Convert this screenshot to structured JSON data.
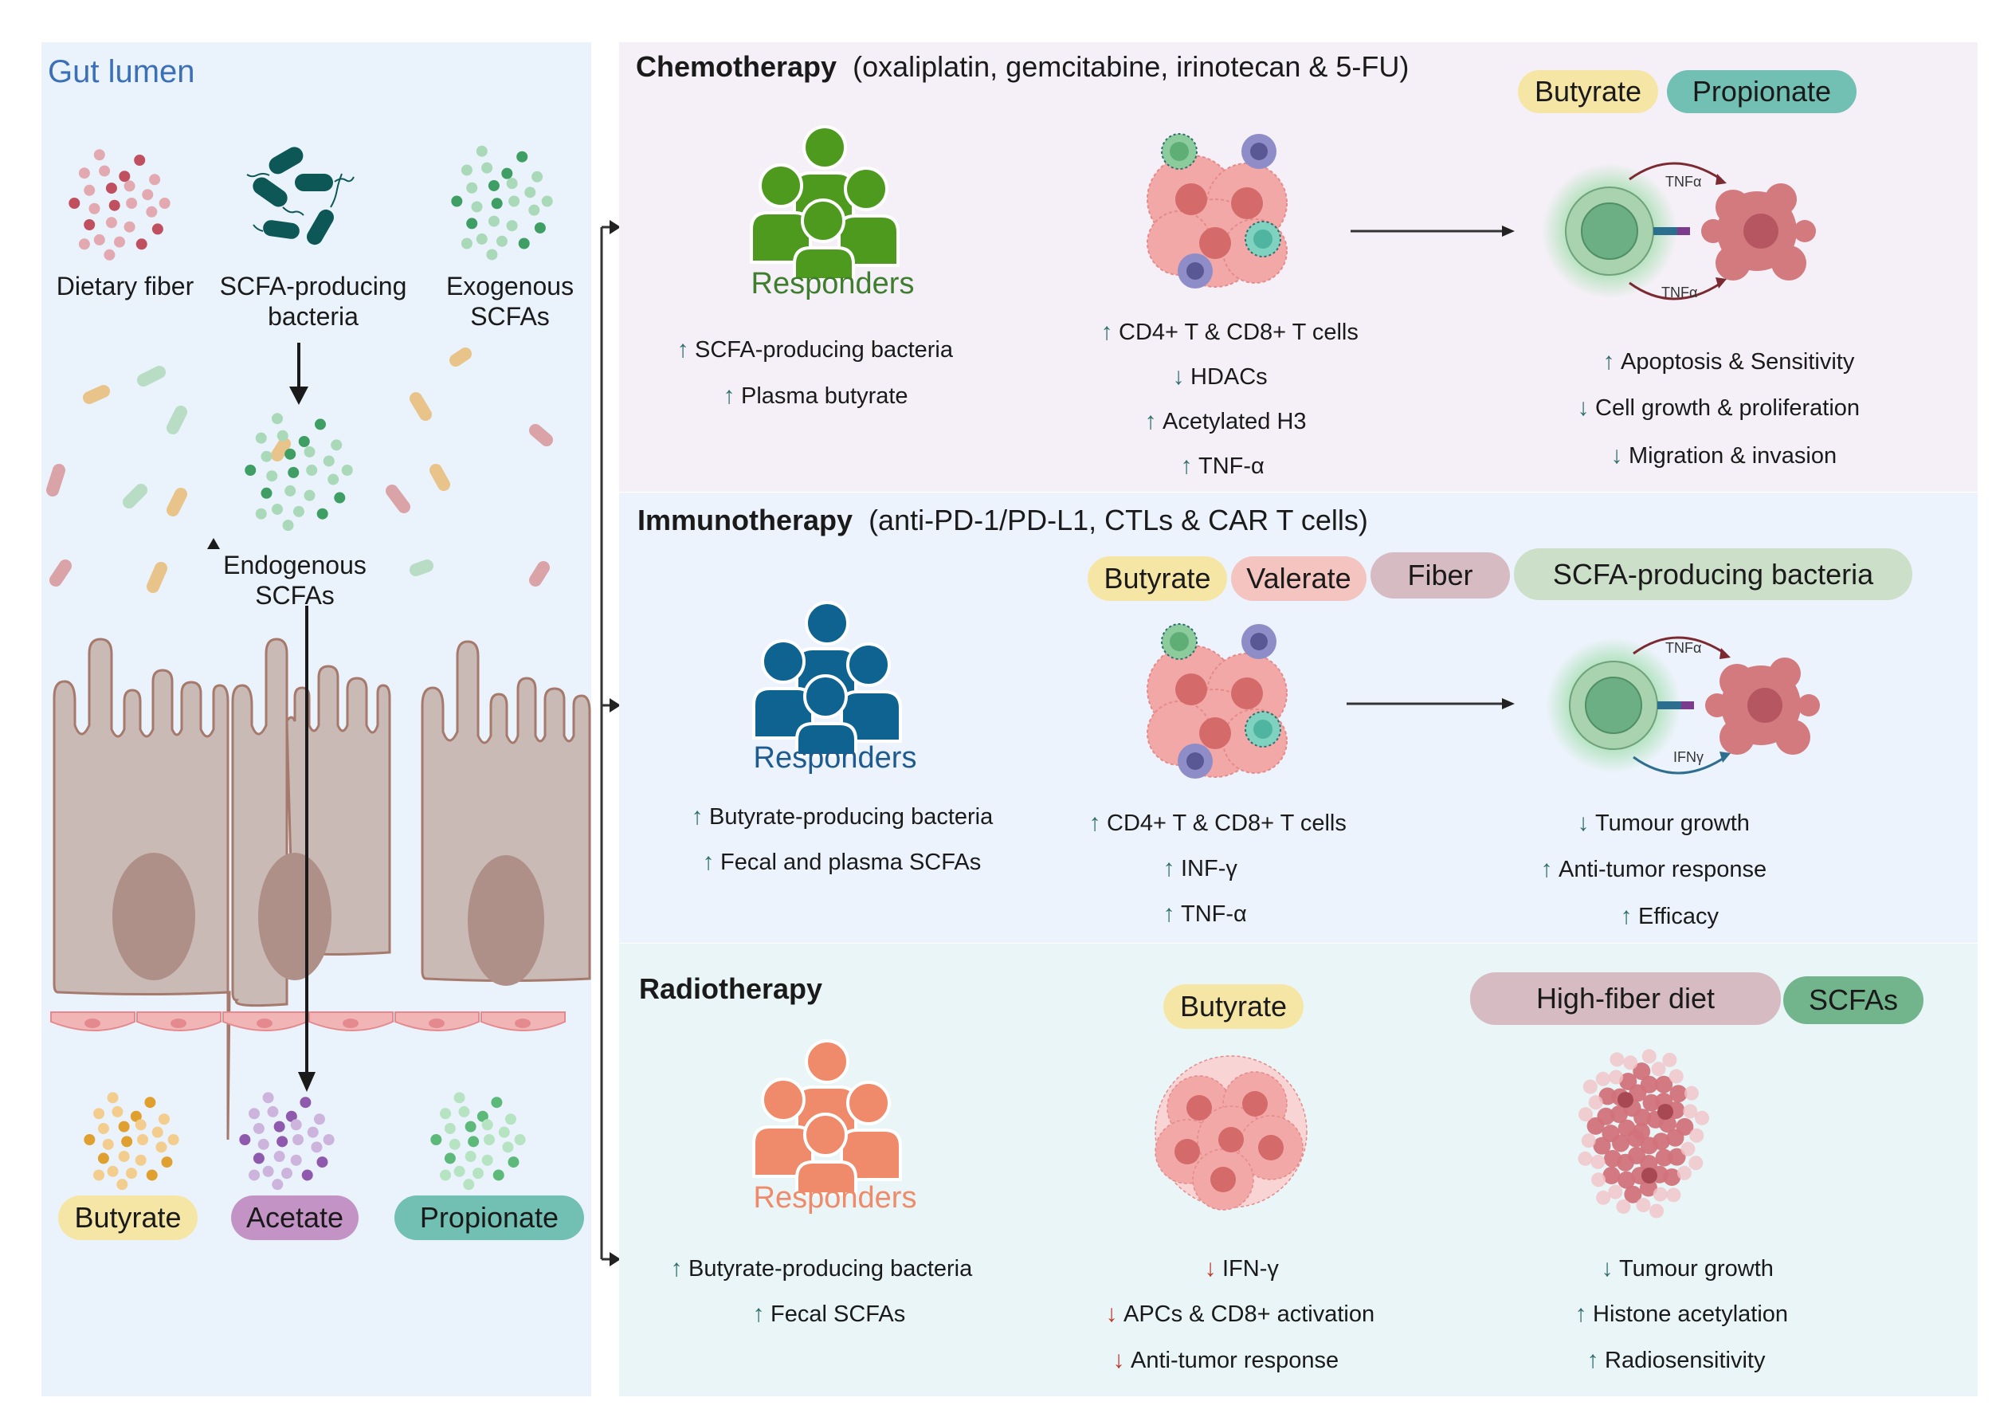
{
  "colors": {
    "gut_panel_bg": "#EAF3FB",
    "chemo_panel_bg": "#F5F0F7",
    "immuno_panel_bg": "#EDF3FC",
    "radio_panel_bg": "#E9F5F7",
    "gut_title": "#3B6FB6",
    "chemo_responders": "#4E9A1F",
    "immuno_responders": "#0E6390",
    "radio_responders": "#EF8A6A",
    "arrow_teal": "#2F6E6C",
    "arrow_red": "#C0392B",
    "pill_butyrate": "#F6E6A6",
    "pill_propionate": "#72BFB3",
    "pill_acetate": "#C493C6",
    "pill_valerate": "#F3C4C0",
    "pill_fiber": "#D6BCC2",
    "pill_scfa_bacteria": "#CCE0C9",
    "pill_high_fiber": "#D6BCC2",
    "pill_scfas": "#72B48C"
  },
  "gut": {
    "title": "Gut lumen",
    "sources": [
      {
        "label": "Dietary fiber",
        "icon": "fiber-particles-icon"
      },
      {
        "label": "SCFA-producing\nbacteria",
        "icon": "bacteria-icon"
      },
      {
        "label": "Exogenous\nSCFAs",
        "icon": "scfa-particles-icon"
      }
    ],
    "endogenous_label_1": "Endogenous",
    "endogenous_label_2": "SCFAs",
    "scfa_types": [
      {
        "label": "Butyrate",
        "color": "#F6E6A6"
      },
      {
        "label": "Acetate",
        "color": "#C493C6"
      },
      {
        "label": "Propionate",
        "color": "#72BFB3"
      }
    ]
  },
  "chemo": {
    "title_bold": "Chemotherapy",
    "title_rest": "(oxaliplatin, gemcitabine, irinotecan & 5-FU)",
    "pills": [
      "Butyrate",
      "Propionate"
    ],
    "responders_label": "Responders",
    "responder_effects": [
      {
        "dir": "up",
        "text": "SCFA-producing bacteria"
      },
      {
        "dir": "up",
        "text": "Plasma butyrate"
      }
    ],
    "tumor_effects": [
      {
        "dir": "up",
        "text": "CD4+ T & CD8+ T cells"
      },
      {
        "dir": "down",
        "text": "HDACs"
      },
      {
        "dir": "up",
        "text": "Acetylated H3"
      },
      {
        "dir": "up",
        "text": "TNF-α"
      }
    ],
    "cytokine_top": "TNFα",
    "cytokine_bottom": "TNFα",
    "outcome_effects": [
      {
        "dir": "up",
        "text": "Apoptosis & Sensitivity"
      },
      {
        "dir": "down",
        "text": "Cell growth & proliferation"
      },
      {
        "dir": "down",
        "text": "Migration & invasion"
      }
    ]
  },
  "immuno": {
    "title_bold": "Immunotherapy",
    "title_rest": "(anti-PD-1/PD-L1, CTLs  & CAR T cells)",
    "pills": [
      "Butyrate",
      "Valerate",
      "Fiber",
      "SCFA-producing bacteria"
    ],
    "responders_label": "Responders",
    "responder_effects": [
      {
        "dir": "up",
        "text": "Butyrate-producing bacteria"
      },
      {
        "dir": "up",
        "text": "Fecal and plasma SCFAs"
      }
    ],
    "tumor_effects": [
      {
        "dir": "up",
        "text": "CD4+ T & CD8+ T cells"
      },
      {
        "dir": "up",
        "text": "INF-γ"
      },
      {
        "dir": "up",
        "text": "TNF-α"
      }
    ],
    "cytokine_top": "TNFα",
    "cytokine_bottom": "IFNγ",
    "outcome_effects": [
      {
        "dir": "down",
        "text": "Tumour growth"
      },
      {
        "dir": "up",
        "text": "Anti-tumor response"
      },
      {
        "dir": "up",
        "text": "Efficacy"
      }
    ]
  },
  "radio": {
    "title_bold": "Radiotherapy",
    "pill_mid": "Butyrate",
    "pills_right": [
      "High-fiber diet",
      "SCFAs"
    ],
    "responders_label": "Responders",
    "responder_effects": [
      {
        "dir": "up",
        "text": "Butyrate-producing bacteria"
      },
      {
        "dir": "up",
        "text": "Fecal SCFAs"
      }
    ],
    "tumor_effects": [
      {
        "dir": "down-red",
        "text": "IFN-γ"
      },
      {
        "dir": "down-red",
        "text": "APCs & CD8+ activation"
      },
      {
        "dir": "down-red",
        "text": "Anti-tumor response"
      }
    ],
    "outcome_effects": [
      {
        "dir": "down",
        "text": "Tumour growth"
      },
      {
        "dir": "up",
        "text": "Histone acetylation"
      },
      {
        "dir": "up",
        "text": "Radiosensitivity"
      }
    ]
  }
}
